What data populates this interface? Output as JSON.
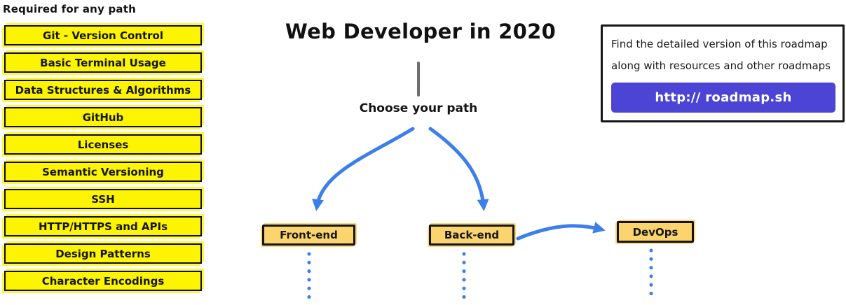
{
  "left_panel": {
    "heading": "Required for any path",
    "items": [
      "Git - Version Control",
      "Basic Terminal Usage",
      "Data Structures & Algorithms",
      "GitHub",
      "Licenses",
      "Semantic Versioning",
      "SSH",
      "HTTP/HTTPS and APIs",
      "Design Patterns",
      "Character Encodings"
    ]
  },
  "center": {
    "title": "Web Developer in 2020",
    "choose_label": "Choose your path",
    "paths": [
      {
        "label": "Front-end"
      },
      {
        "label": "Back-end"
      },
      {
        "label": "DevOps"
      }
    ]
  },
  "info_box": {
    "line1": "Find the detailed version of this roadmap",
    "line2": "along with resources and other roadmaps",
    "button_label": "http:// roadmap.sh"
  },
  "colors": {
    "highlight_yellow": "#FDF402",
    "node_amber": "#FBD46D",
    "arrow_blue": "#3C7EEB",
    "button_indigo": "#4B44D4",
    "stem_gray": "#6E6E6E"
  }
}
